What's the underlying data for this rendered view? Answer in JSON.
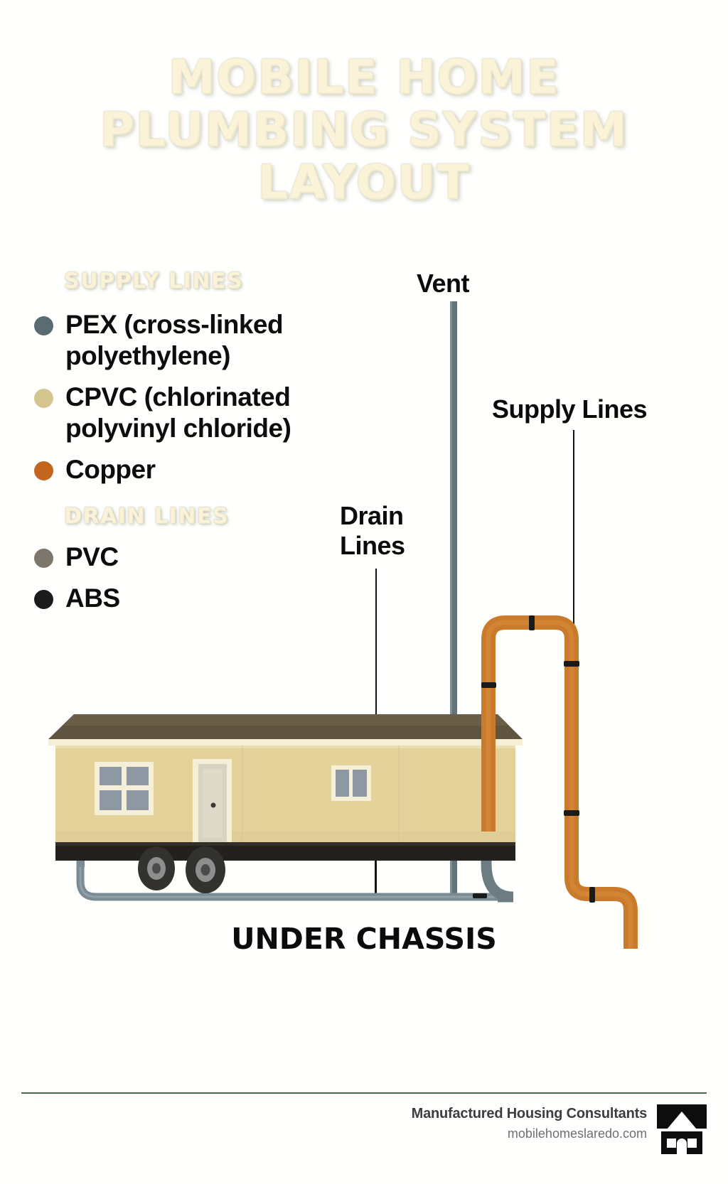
{
  "title": {
    "line1": "MOBILE HOME",
    "line2": "PLUMBING SYSTEM",
    "line3": "LAYOUT",
    "color": "#fbf3d8"
  },
  "legend": {
    "supply_heading": "SUPPLY LINES",
    "drain_heading": "DRAIN LINES",
    "supply_items": [
      {
        "label": "PEX (cross-linked polyethylene)",
        "color": "#5a6b72"
      },
      {
        "label": "CPVC (chlorinated polyvinyl chloride)",
        "color": "#d5c58e"
      },
      {
        "label": "Copper",
        "color": "#c2661f"
      }
    ],
    "drain_items": [
      {
        "label": "PVC",
        "color": "#7c776a"
      },
      {
        "label": "ABS",
        "color": "#1b1b1b"
      }
    ]
  },
  "callouts": {
    "vent": "Vent",
    "supply_lines": "Supply Lines",
    "drain_lines_l1": "Drain",
    "drain_lines_l2": "Lines",
    "under_chassis": "UNDER CHASSIS"
  },
  "diagram": {
    "roof_color": "#5f5440",
    "siding_color": "#e3d29a",
    "siding_shadow": "#d6c48b",
    "trim_color": "#f6efd8",
    "door_color": "#d8d2c2",
    "window_glass": "#8d98a3",
    "chassis_color": "#23211d",
    "wheel_color": "#33322e",
    "wheel_hub": "#8e8e8e",
    "vent_pipe_color": "#64737a",
    "drain_pipe_color": "#6d7b82",
    "supply_pipe_color": "#7b8b93",
    "copper_pipe_color": "#c97a2b",
    "copper_pipe_dark": "#b06a22",
    "coupling_color": "#1a1a1a"
  },
  "footer": {
    "company": "Manufactured Housing Consultants",
    "url": "mobilehomeslaredo.com",
    "rule_color": "#4a6b4d",
    "logo_color": "#0d0d0d"
  }
}
